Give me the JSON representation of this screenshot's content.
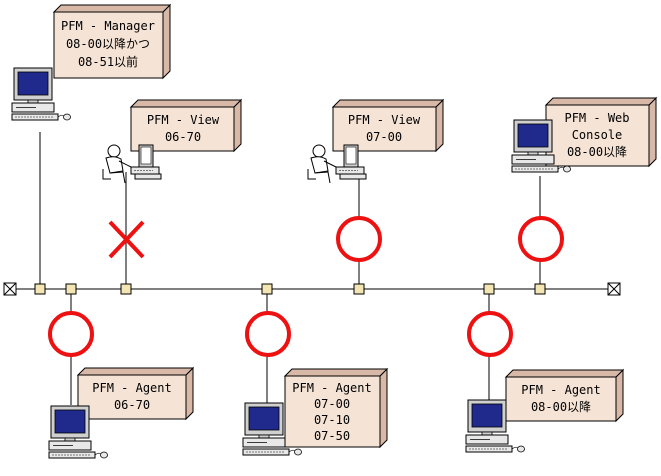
{
  "colors": {
    "box_face": "#f5e3d5",
    "box_side": "#d8b8a6",
    "line": "#000000",
    "node_fill": "#f3e6b4",
    "mark_red": "#ee1111",
    "screen": "#1f2a8c"
  },
  "nodes": {
    "manager": {
      "lines": [
        "PFM - Manager",
        "08-00以降かつ",
        "08-51以前"
      ]
    },
    "view_old": {
      "lines": [
        "PFM - View",
        "06-70"
      ],
      "compat": "cross"
    },
    "view_new": {
      "lines": [
        "PFM - View",
        "07-00"
      ],
      "compat": "circle"
    },
    "web_console": {
      "lines": [
        "PFM - Web",
        "Console",
        "08-00以降"
      ],
      "compat": "circle"
    },
    "agent_old": {
      "lines": [
        "PFM - Agent",
        "06-70"
      ],
      "compat": "circle"
    },
    "agent_mid": {
      "lines": [
        "PFM - Agent",
        "07-00",
        "07-10",
        "07-50"
      ],
      "compat": "circle"
    },
    "agent_new": {
      "lines": [
        "PFM - Agent",
        "08-00以降"
      ],
      "compat": "circle"
    }
  }
}
